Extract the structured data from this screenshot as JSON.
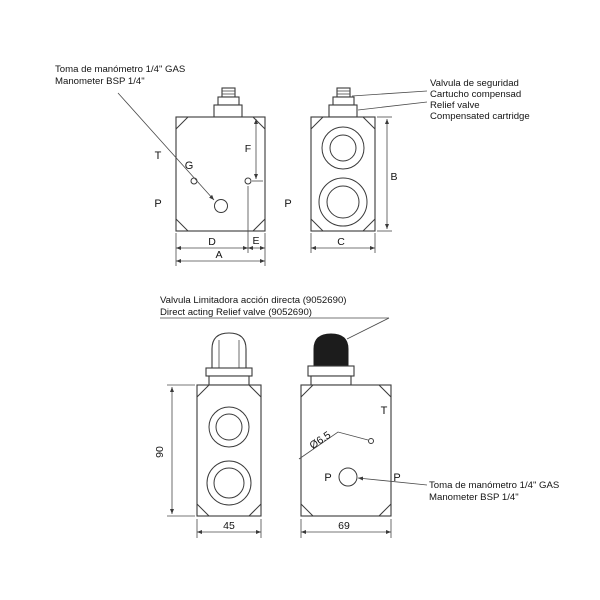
{
  "annotations": {
    "manometer_top_line1": "Toma de manómetro 1/4\" GAS",
    "manometer_top_line2": "Manometer BSP 1/4\"",
    "relief_line1": "Valvula de seguridad",
    "relief_line2": "Cartucho compensad",
    "relief_line3": "Relief valve",
    "relief_line4": "Compensated cartridge",
    "direct_line1": "Valvula Limitadora acción directa (9052690)",
    "direct_line2": "Direct acting Relief valve (9052690)",
    "manometer_bottom_line1": "Toma de manómetro 1/4\" GAS",
    "manometer_bottom_line2": "Manometer BSP 1/4\""
  },
  "top_front_view": {
    "port_t": "T",
    "port_p_left": "P",
    "port_g": "G",
    "port_p_right": "P",
    "dim_f": "F",
    "dim_e": "E",
    "dim_d": "D",
    "dim_a": "A"
  },
  "top_side_view": {
    "dim_b": "B",
    "dim_c": "C"
  },
  "bottom_front_view": {
    "dim_height": "90",
    "dim_width": "45"
  },
  "bottom_side_view": {
    "port_t": "T",
    "hole_diameter": "Ø6.5",
    "port_p_inner": "P",
    "port_p_outer": "P",
    "dim_width": "69"
  }
}
